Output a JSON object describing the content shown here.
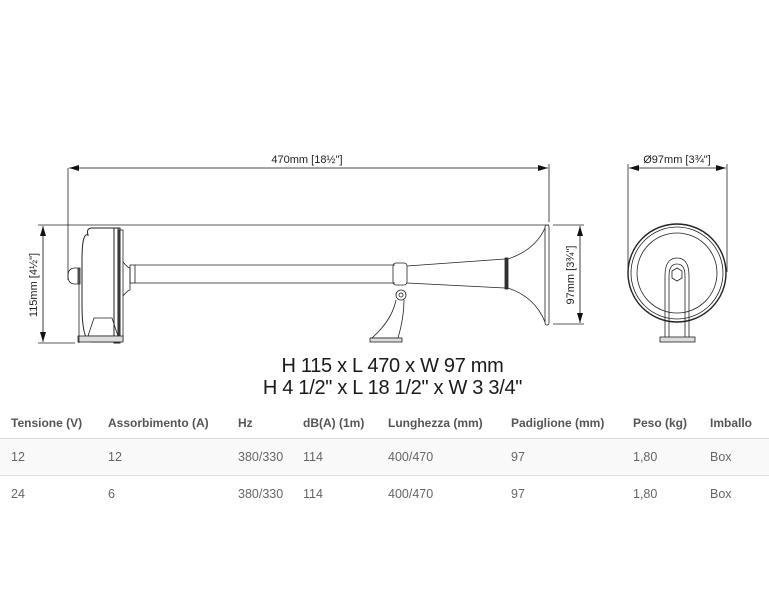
{
  "drawing": {
    "length_label": "470mm [18½\"]",
    "height_label": "115mm [4½\"]",
    "bell_label": "97mm [3¾\"]",
    "diameter_label": "Ø97mm [3¾\"]"
  },
  "dimensions": {
    "metric": "H 115 x L 470 x W 97 mm",
    "imperial": "H 4 1/2\" x L 18 1/2\" x W 3 3/4\""
  },
  "table": {
    "headers": [
      "Tensione (V)",
      "Assorbimento (A)",
      "Hz",
      "dB(A) (1m)",
      "Lunghezza (mm)",
      "Padiglione (mm)",
      "Peso (kg)",
      "Imballo"
    ],
    "rows": [
      [
        "12",
        "12",
        "380/330",
        "114",
        "400/470",
        "97",
        "1,80",
        "Box"
      ],
      [
        "24",
        "6",
        "380/330",
        "114",
        "400/470",
        "97",
        "1,80",
        "Box"
      ]
    ]
  }
}
